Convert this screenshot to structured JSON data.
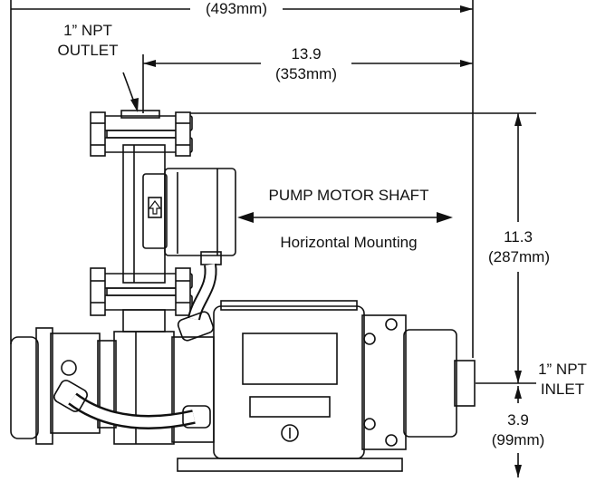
{
  "dimensions": {
    "overall_width_mm": "(493mm)",
    "outlet_to_inlet_in": "13.9",
    "outlet_to_inlet_mm": "(353mm)",
    "height_in": "11.3",
    "height_mm": "(287mm)",
    "base_in": "3.9",
    "base_mm": "(99mm)"
  },
  "ports": {
    "outlet_line1": "1” NPT",
    "outlet_line2": "OUTLET",
    "inlet_line1": "1” NPT",
    "inlet_line2": "INLET"
  },
  "shaft": {
    "title": "PUMP MOTOR SHAFT",
    "mounting": "Horizontal Mounting"
  },
  "icons": {
    "flow_arrow": "up-arrow-icon"
  }
}
